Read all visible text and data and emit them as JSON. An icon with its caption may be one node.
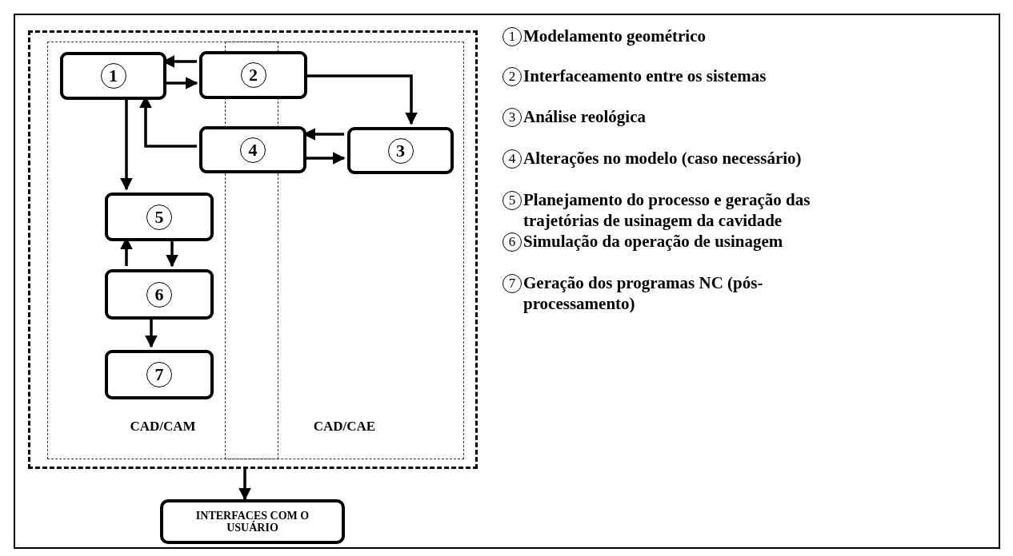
{
  "diagram": {
    "nodes": [
      {
        "text": [],
        "shape": "box"
      },
      {
        "text": [
          "CAD/CAM"
        ],
        "in": 0
      },
      {
        "text": [
          "CAD/CAE"
        ],
        "in": 0
      },
      {
        "text": [
          "1"
        ],
        "in": 1
      },
      {
        "text": [
          "2"
        ],
        "in": 0
      },
      {
        "text": [
          "3"
        ],
        "in": 2
      },
      {
        "text": [
          "4"
        ],
        "in": 0
      },
      {
        "text": [
          "5"
        ],
        "in": 1
      },
      {
        "text": [
          "6"
        ],
        "in": 1
      },
      {
        "text": [
          "7"
        ],
        "in": 1
      },
      {
        "text": [
          "INTERFACES COM O USUÁRIO"
        ]
      }
    ],
    "edges": [
      {
        "from": 4,
        "to": 3,
        "arrow": "to"
      },
      {
        "from": 3,
        "to": 4,
        "arrow": "to"
      },
      {
        "from": 4,
        "to": 5,
        "arrow": "to"
      },
      {
        "from": 5,
        "to": 6,
        "arrow": "to"
      },
      {
        "from": 6,
        "to": 5,
        "arrow": "to"
      },
      {
        "from": 6,
        "to": 3,
        "arrow": "to"
      },
      {
        "from": 3,
        "to": 7,
        "arrow": "to"
      },
      {
        "from": 8,
        "to": 7,
        "arrow": "to"
      },
      {
        "from": 7,
        "to": 8,
        "arrow": "to"
      },
      {
        "from": 8,
        "to": 9,
        "arrow": "to"
      },
      {
        "from": 0,
        "to": 10,
        "arrow": "to"
      }
    ],
    "labels": [
      "1",
      "Modelamento geométrico",
      "2",
      "Interfaceamento entre os sistemas",
      "3",
      "Análise reológica",
      "4",
      "Alterações no modelo (caso necessário)",
      "5",
      "Planejamento do processo e geração das trajetórias de usinagem da cavidade",
      "6",
      "Simulação da operação de usinagem",
      "7",
      "Geração dos programas NC (pós-processamento)"
    ]
  }
}
